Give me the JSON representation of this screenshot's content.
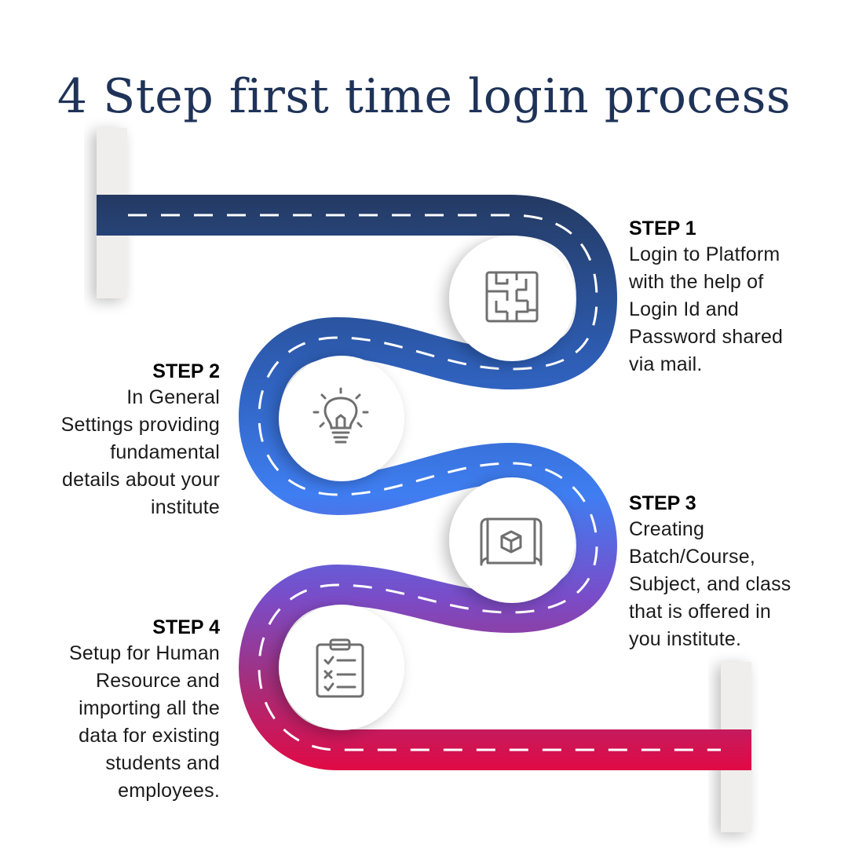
{
  "title": "4 Step first time login process",
  "colors": {
    "title": "#1f3358",
    "road_top": "#243a63",
    "road_mid": "#3f7ef2",
    "road_purple": "#8a3ea6",
    "road_bottom": "#e00a45",
    "post": "#f0eeec",
    "icon": "#6f6f6f"
  },
  "steps": [
    {
      "label": "STEP 1",
      "lines": [
        "Login to Platform",
        "with the help of",
        "Login Id and",
        "Password shared",
        "via mail."
      ],
      "icon": "maze-icon"
    },
    {
      "label": "STEP 2",
      "lines": [
        "In General",
        "Settings providing",
        "fundamental",
        "details about your",
        "institute"
      ],
      "icon": "lightbulb-icon"
    },
    {
      "label": "STEP 3",
      "lines": [
        "Creating",
        "Batch/Course,",
        "Subject, and class",
        "that is offered in",
        "you institute."
      ],
      "icon": "blueprint-box-icon"
    },
    {
      "label": "STEP 4",
      "lines": [
        "Setup for Human",
        "Resource and",
        "importing all the",
        "data for existing",
        "students and",
        "employees."
      ],
      "icon": "clipboard-checklist-icon"
    }
  ]
}
